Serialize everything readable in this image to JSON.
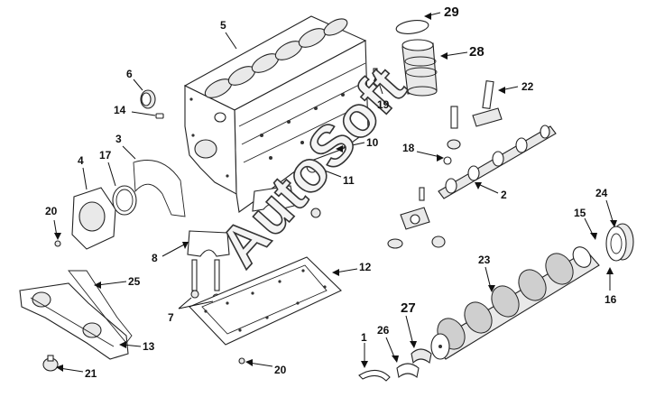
{
  "watermark": "AutoSoft",
  "callouts": {
    "c1": "1",
    "c2": "2",
    "c3": "3",
    "c4": "4",
    "c5": "5",
    "c6": "6",
    "c7": "7",
    "c8": "8",
    "c10": "10",
    "c11": "11",
    "c12": "12",
    "c13": "13",
    "c14": "14",
    "c15": "15",
    "c16": "16",
    "c17": "17",
    "c18": "18",
    "c19": "19",
    "c20a": "20",
    "c20b": "20",
    "c21": "21",
    "c22": "22",
    "c23": "23",
    "c24": "24",
    "c25": "25",
    "c26": "26",
    "c27": "27",
    "c28": "28",
    "c29": "29"
  },
  "parts": [
    "cylinder-block",
    "cylinder-liner",
    "liner-seal-ring",
    "camshaft",
    "crankshaft",
    "rear-seal-housing",
    "rear-oil-seal",
    "front-gear-cover-gasket",
    "main-bearing-cap",
    "main-bearing-capscrew",
    "oil-pan-gasket",
    "front-cover",
    "front-cover-gasket",
    "dowel-ring",
    "dowel-pin",
    "cup-plug",
    "pipe-plug",
    "tappet",
    "push-tube",
    "thrust-bearing",
    "main-bearing-shell",
    "crankshaft-gear",
    "wear-sleeve"
  ]
}
